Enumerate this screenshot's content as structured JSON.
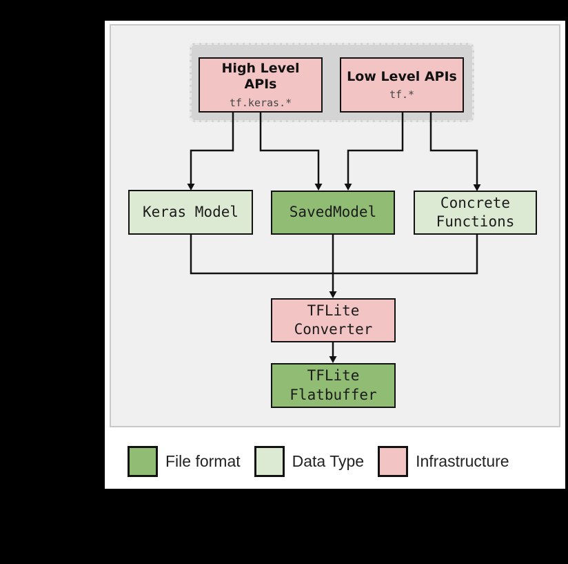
{
  "diagram": {
    "colors": {
      "file_format": "#90bc73",
      "data_type": "#dcead3",
      "infrastructure": "#f3c4c4",
      "canvas_bg": "#f0f0f0",
      "group_bg": "#d4d4d4",
      "line": "#111111"
    },
    "nodes": [
      {
        "id": "high-level-apis",
        "title": "High Level APIs",
        "subtitle": "tf.keras.*",
        "type": "infrastructure"
      },
      {
        "id": "low-level-apis",
        "title": "Low Level APIs",
        "subtitle": "tf.*",
        "type": "infrastructure"
      },
      {
        "id": "keras-model",
        "title": "Keras Model",
        "type": "data_type"
      },
      {
        "id": "saved-model",
        "title": "SavedModel",
        "type": "file_format"
      },
      {
        "id": "concrete-functions",
        "title": "Concrete Functions",
        "type": "data_type"
      },
      {
        "id": "tflite-converter",
        "title": "TFLite Converter",
        "type": "infrastructure"
      },
      {
        "id": "tflite-flatbuffer",
        "title": "TFLite Flatbuffer",
        "type": "file_format"
      }
    ]
  },
  "legend": {
    "items": [
      {
        "label": "File format",
        "color": "#90bc73"
      },
      {
        "label": "Data Type",
        "color": "#dcead3"
      },
      {
        "label": "Infrastructure",
        "color": "#f3c4c4"
      }
    ]
  }
}
